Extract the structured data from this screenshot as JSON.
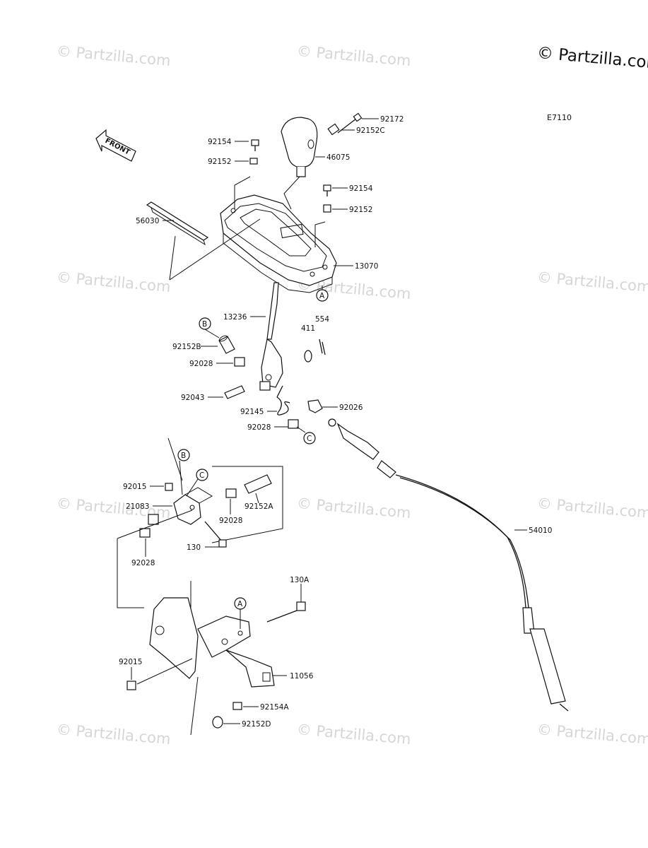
{
  "copyright": "© Partzilla.com",
  "watermark": "© Partzilla.com",
  "diagram_code": "E7110",
  "front_marker": "FRONT",
  "refs": {
    "A": "A",
    "B": "B",
    "C": "C"
  },
  "parts": {
    "p92172": "92172",
    "p92152C": "92152C",
    "p46075": "46075",
    "p92154_top": "92154",
    "p92152_top": "92152",
    "p92154_r": "92154",
    "p92152_r": "92152",
    "p56030": "56030",
    "p13070": "13070",
    "p13236": "13236",
    "p411": "411",
    "p554": "554",
    "p92152B": "92152B",
    "p92028_a": "92028",
    "p92043": "92043",
    "p92145": "92145",
    "p92026": "92026",
    "p92028_b": "92028",
    "p92015_a": "92015",
    "p21083": "21083",
    "p92028_c": "92028",
    "p92152A": "92152A",
    "p130": "130",
    "p92028_d": "92028",
    "p54010": "54010",
    "p130A": "130A",
    "p92015_b": "92015",
    "p11056": "11056",
    "p92154A": "92154A",
    "p92152D": "92152D"
  }
}
